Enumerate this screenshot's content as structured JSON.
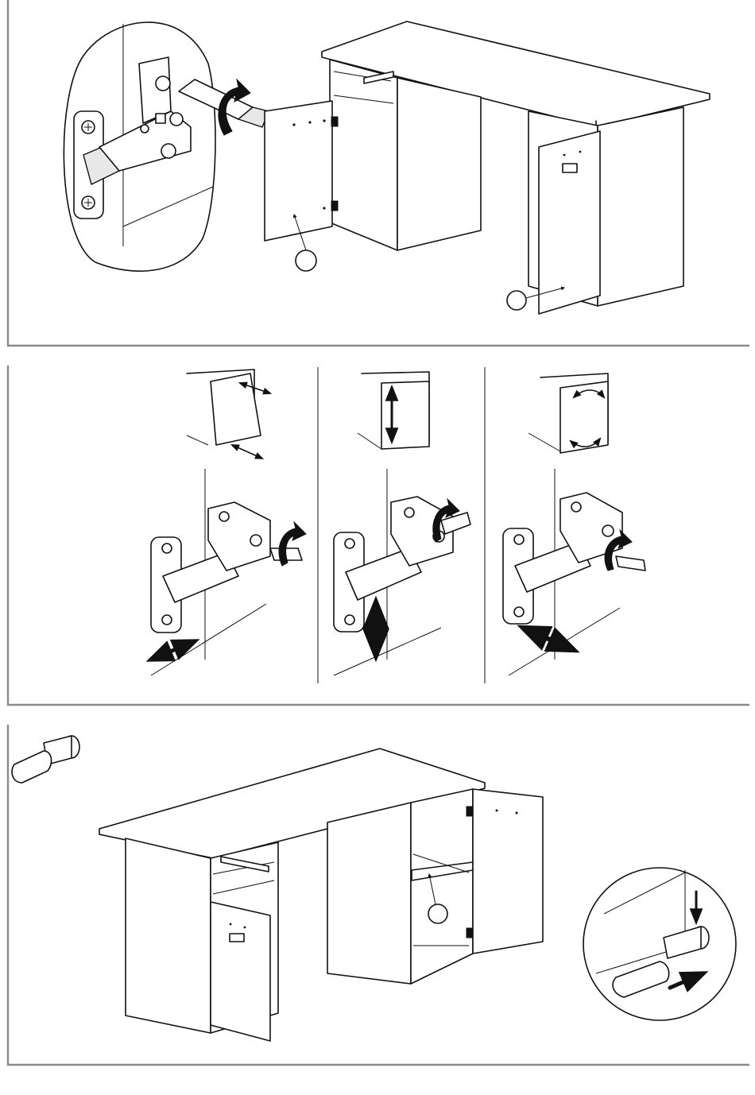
{
  "manual": {
    "panels": [
      {
        "id": "step-door-hinge-mounting",
        "part_markers": [
          "",
          ""
        ]
      },
      {
        "id": "step-hinge-adjustment",
        "adjustments": [
          "depth",
          "height",
          "side"
        ]
      },
      {
        "id": "step-shelf-pins",
        "part_markers": [
          ""
        ]
      }
    ],
    "icons": [
      "screwdriver-icon",
      "shelf-pin-icon",
      "rotate-arrow-icon",
      "double-arrow-icon"
    ],
    "colors": {
      "line": "#111111",
      "frame": "#8a8a8a",
      "background": "#ffffff"
    }
  }
}
